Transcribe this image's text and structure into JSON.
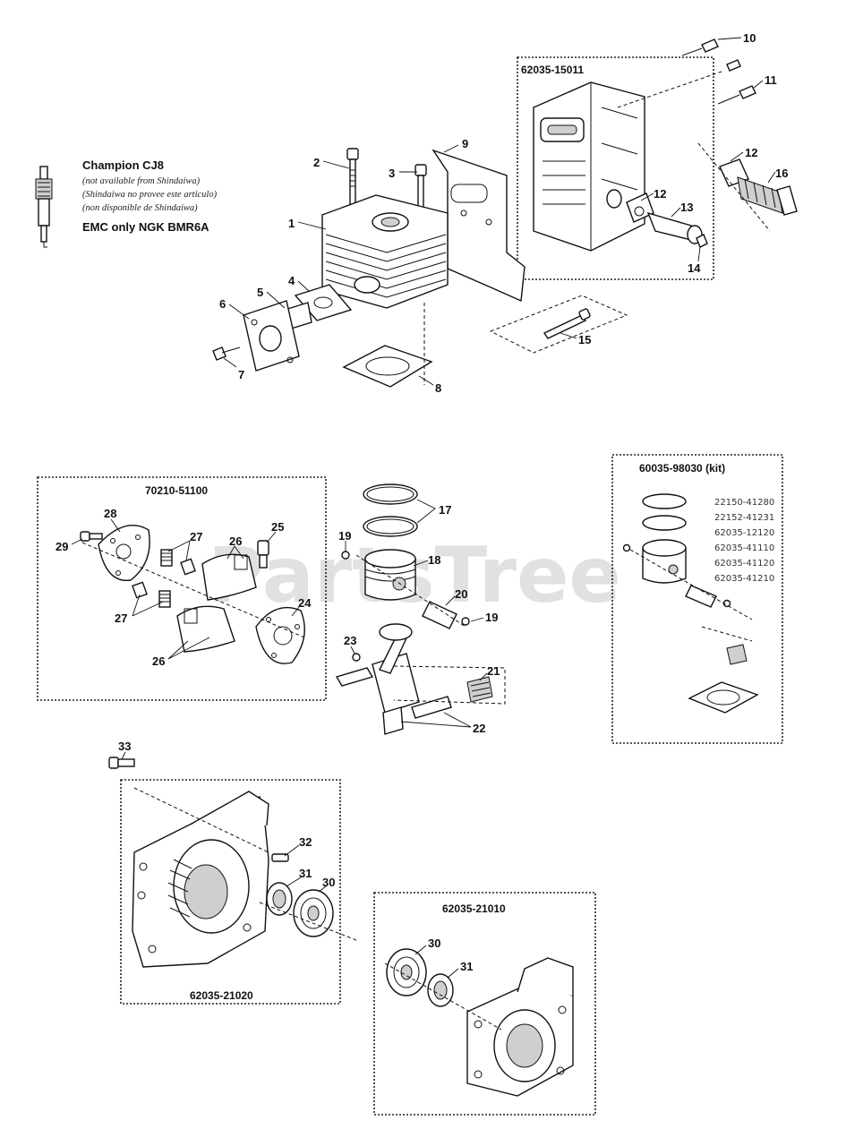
{
  "watermark": "PartsTree",
  "spark_plug_note": {
    "title": "Champion CJ8",
    "line1": "(not available from Shindaiwa)",
    "line2": "(Shindaiwa no provee este articulo)",
    "line3": "(non disponible de Shindaiwa)",
    "emc": "EMC only NGK BMR6A"
  },
  "kits": {
    "muffler": "62035-15011",
    "clutch": "70210-51100",
    "piston_kit": "60035-98030 (kit)",
    "piston_kit_parts": [
      "22150-41280",
      "22152-41231",
      "62035-12120",
      "62035-41110",
      "62035-41120",
      "62035-41210"
    ],
    "crankcase_a": "62035-21020",
    "crankcase_b": "62035-21010"
  },
  "callouts": {
    "c1": "1",
    "c2": "2",
    "c3": "3",
    "c4": "4",
    "c5": "5",
    "c6": "6",
    "c7": "7",
    "c8": "8",
    "c9": "9",
    "c10": "10",
    "c11": "11",
    "c12a": "12",
    "c12b": "12",
    "c13": "13",
    "c14": "14",
    "c15": "15",
    "c16": "16",
    "c17": "17",
    "c18": "18",
    "c19a": "19",
    "c19b": "19",
    "c20": "20",
    "c21": "21",
    "c22": "22",
    "c23": "23",
    "c24": "24",
    "c25": "25",
    "c26a": "26",
    "c26b": "26",
    "c27a": "27",
    "c27b": "27",
    "c28": "28",
    "c29": "29",
    "c30a": "30",
    "c30b": "30",
    "c31a": "31",
    "c31b": "31",
    "c32": "32",
    "c33": "33"
  }
}
